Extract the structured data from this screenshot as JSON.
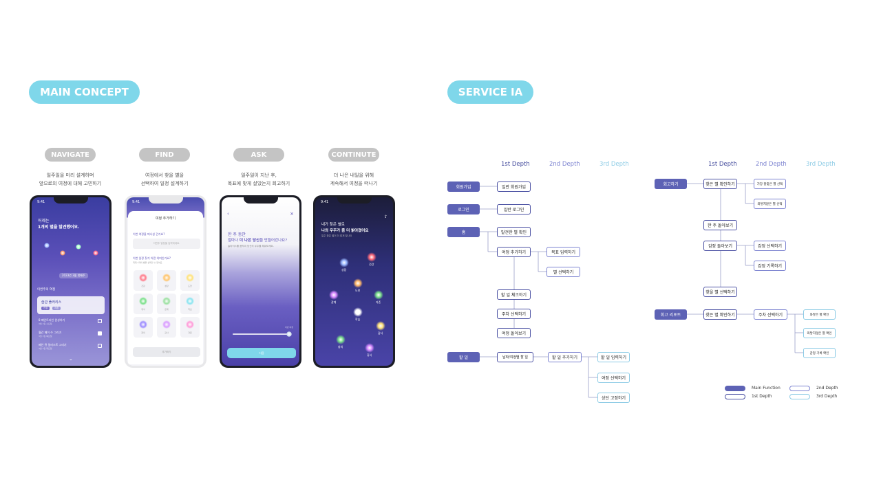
{
  "main_concept": {
    "title": "MAIN CONCEPT",
    "steps": [
      {
        "label": "NAVIGATE",
        "desc1": "일주일을 미리 설계하며",
        "desc2": "앞으로의 여정에 대해 고민하기"
      },
      {
        "label": "FIND",
        "desc1": "여정에서 찾을 별을",
        "desc2": "선택하여 일정 설계하기"
      },
      {
        "label": "ASK",
        "desc1": "일주일이 지난 후,",
        "desc2": "목표에 맞게 살았는지 회고하기"
      },
      {
        "label": "CONTINUTE",
        "desc1": "더 나은 내일을 위해",
        "desc2": "계속해서 여정을 떠나기"
      }
    ],
    "phone1": {
      "time": "9:41",
      "greeting1": "어제는",
      "greeting2": "1개의 별을 발견했어요.",
      "date_chip": "2023년 3월 첫째주",
      "section": "이번주의 여정",
      "card_title": "습관 플러리스",
      "tag1": "건강",
      "tag2": "자존",
      "tasks": [
        {
          "title": "8 페인트라인 완성하기",
          "date": "3월 1일 수요일"
        },
        {
          "title": "월간 페이 수 그리기",
          "date": "3월 1일 목요일"
        },
        {
          "title": "페인 뮤 일러스트 그리기",
          "date": "3월 1일 목요일"
        }
      ]
    },
    "phone2": {
      "time": "9:41",
      "sheet_title": "여정 추가하기",
      "q1": "이번 여정을 떠나실 건가요?",
      "placeholder": "이번주 일정을 입력하세요.",
      "q2": "이번 일정 찾기 어떤 의미인가요?",
      "sub": "최대 3개의 별을 선택할 수 있어요",
      "stars": [
        "건강",
        "성장",
        "도전",
        "휴식",
        "관계",
        "학습",
        "창의",
        "감사",
        "자존"
      ],
      "button": "추가하기"
    },
    "phone3": {
      "line1": "한 주 동안",
      "line2_pre": "얼마나 ",
      "line2_bold": "더 나은 당신",
      "line2_post": "을 만들어갔나요?",
      "sub": "슬라이스를 움직여 당신의 우주를 채워보세요.",
      "slider_label": "이번 여정",
      "button": "다음"
    },
    "phone4": {
      "time": "9:41",
      "line1": "내가 찾은 별로",
      "line2": "나의 우주가 좀 더 밝아졌어요",
      "sub": "일주 찾은 별이 더 밝게 빛나요",
      "labels": [
        "성장",
        "건강",
        "도전",
        "관계",
        "자존",
        "학습",
        "감사",
        "창의",
        "휴식"
      ]
    }
  },
  "service_ia": {
    "title": "SERVICE IA",
    "headers": {
      "d1": "1st Depth",
      "d2": "2nd Depth",
      "d3": "3rd Depth"
    },
    "left": {
      "main": [
        "회원가입",
        "로그인",
        "홈",
        "할 일"
      ],
      "first": [
        "일반 회원가입",
        "일반 로그인",
        "발견한 별 확인",
        "여정 추가하기",
        "할 일 체크하기",
        "주차 선택하기",
        "여정 돌아보기",
        "날짜/여정별 할 일"
      ],
      "second": [
        "목표 입력하기",
        "별 선택하기",
        "할 일 추가하기"
      ],
      "third": [
        "할 일 입력하기",
        "여정 선택하기",
        "상단 고정하기"
      ]
    },
    "right": {
      "main": [
        "회고하기",
        "회고 리포트"
      ],
      "first": [
        "찾은 별 확인하기",
        "한 주 돌아보기",
        "감정 돌아보기",
        "찾을 별 선택하기",
        "찾은 별 확인하기"
      ],
      "second": [
        "가장 잘맞은 별 선택",
        "와닿지않은 별 선택",
        "감정 선택하기",
        "감정 기록하기",
        "주차 선택하기"
      ],
      "third": [
        "와닿은 별 확인",
        "와닿지않은 별 확인",
        "감정 기록 확인"
      ]
    },
    "legend": {
      "main": "Main Function",
      "first": "1st Depth",
      "second": "2nd Depth",
      "third": "3rd Depth"
    }
  },
  "colors": {
    "accent": "#7fd7ea",
    "main": "#5d62b5",
    "first": "#4b51a3",
    "second": "#7b82d0",
    "third": "#8ccbe5"
  }
}
